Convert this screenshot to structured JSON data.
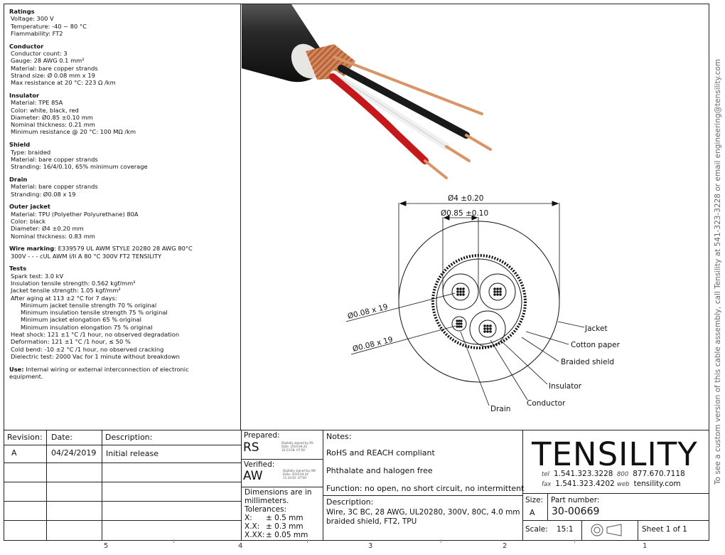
{
  "specs": [
    {
      "title": "Ratings",
      "lines": [
        "Voltage: 300 V",
        "Temperature: -40 ~ 80 °C",
        "Flammability: FT2"
      ]
    },
    {
      "title": "Conductor",
      "lines": [
        "Conductor count: 3",
        "Gauge: 28 AWG  0.1 mm²",
        "Material: bare copper strands",
        "Strand size: Ø 0.08 mm x 19",
        "Max resistance at 20 °C: 223 Ω /km"
      ]
    },
    {
      "title": "Insulator",
      "lines": [
        "Material: TPE 85A",
        "Color: white, black, red",
        "Diameter:  Ø0.85 ±0.10  mm",
        "Nominal thickness: 0.21 mm",
        "Minimum resistance @ 20 °C:  100 MΩ /km"
      ]
    },
    {
      "title": "Shield",
      "lines": [
        "Type: braided",
        "Material: bare copper strands",
        "Stranding: 16/4/0.10,  65% minimum coverage"
      ]
    },
    {
      "title": "Drain",
      "lines": [
        "Material: bare copper strands",
        "Stranding:  Ø0.08 x 19"
      ]
    },
    {
      "title": "Outer jacket",
      "lines": [
        "Material: TPU (Polyether Polyurethane) 80A",
        "Color: black",
        "Diameter:  Ø4 ±0.20  mm",
        "Nominal thickness: 0.83 mm"
      ]
    }
  ],
  "wire_marking": {
    "label": "Wire marking",
    "line1": ": E339579  UL AWM STYLE 20280 28 AWG 80°C",
    "line2": "300V - - -  cUL AWM I/II A 80 °C 300V FT2 TENSILITY"
  },
  "tests": {
    "title": "Tests",
    "lines": [
      {
        "t": "Spark test: 3.0 kV",
        "ind": false
      },
      {
        "t": "Insulation tensile strength: 0.562 kgf/mm²",
        "ind": false
      },
      {
        "t": "Jacket tensile strength: 1.05 kgf/mm²",
        "ind": false
      },
      {
        "t": "After aging at 113 ±2 °C for 7 days:",
        "ind": false
      },
      {
        "t": "Minimum jacket tensile strength 70 % original",
        "ind": true
      },
      {
        "t": "Minimum insulation tensile strength 75 % original",
        "ind": true
      },
      {
        "t": "Minimum jacket elongation 65 % original",
        "ind": true
      },
      {
        "t": "Minimum insulation elongation 75 % original",
        "ind": true
      },
      {
        "t": "Heat shock:  121 ±1 °C /1 hour, no observed degradation",
        "ind": false
      },
      {
        "t": "Deformation:  121 ±1 °C /1 hour, ≤ 50 %",
        "ind": false
      },
      {
        "t": "Cold bend:  -10 ±2 °C  /1 hour, no observed cracking",
        "ind": false
      },
      {
        "t": "Dielectric test: 2000 Vac for 1 minute without breakdown",
        "ind": false
      }
    ]
  },
  "use": {
    "label": "Use:",
    "line1": " Internal wiring or external interconnection of electronic",
    "line2": "equipment."
  },
  "drawing": {
    "dim_outer": "Ø4 ±0.20",
    "dim_insulator": "Ø0.85 ±0.10",
    "strand1": "Ø0.08 x 19",
    "strand2": "Ø0.08 x 19",
    "labels": {
      "jacket": "Jacket",
      "cotton": "Cotton paper",
      "braid": "Braided shield",
      "insulator": "Insulator",
      "conductor": "Conductor",
      "drain": "Drain"
    }
  },
  "revision": {
    "headers": {
      "rev": "Revision:",
      "date": "Date:",
      "desc": "Description:"
    },
    "rows": [
      {
        "rev": "A",
        "date": "04/24/2019",
        "desc": "Initial release"
      }
    ]
  },
  "approval": {
    "prepared_label": "Prepared:",
    "prepared_by": "RS",
    "prepared_sig": [
      "Digitally signed by RS",
      "Date: 2019.04.24",
      "10:23:58 -07'00'"
    ],
    "verified_label": "Verified:",
    "verified_by": "AW",
    "verified_sig": [
      "Digitally signed by AW",
      "Date: 2019.04.24",
      "11:33:45 -07'00'"
    ],
    "dims_line1": "Dimensions are in",
    "dims_line2": "millimeters.",
    "tol_label": "Tolerances:",
    "tol": [
      {
        "k": "X:",
        "v": "± 0.5 mm"
      },
      {
        "k": "X.X:",
        "v": "± 0.3 mm"
      },
      {
        "k": "X.XX:",
        "v": "± 0.05 mm"
      }
    ]
  },
  "notes": {
    "label": "Notes:",
    "items": [
      "RoHS and REACH compliant",
      "Phthalate and halogen free",
      "Function: no open, no short circuit, no intermittent"
    ],
    "desc_label": "Description:",
    "desc_line1": "Wire, 3C BC, 28 AWG, UL20280, 300V, 80C, 4.0 mm",
    "desc_line2": "braided shield, FT2, TPU"
  },
  "company": {
    "logo": "TENSILITY",
    "tel_label": "tel",
    "tel": "1.541.323.3228",
    "tf_label": "800",
    "tf": "877.670.7118",
    "fax_label": "fax",
    "fax": "1.541.323.4202",
    "web_label": "web",
    "web": "tensility.com"
  },
  "part": {
    "size_label": "Size:",
    "size": "A",
    "pn_label": "Part number:",
    "pn": "30-00669",
    "scale_label": "Scale:",
    "scale": "15:1",
    "sheet": "Sheet 1 of 1"
  },
  "side_text": "To see a custom version of this cable assembly, call Tensility at 541-323-3228 or email engineering@tensility.com",
  "ruler": [
    "5",
    "4",
    "3",
    "2",
    "1"
  ]
}
